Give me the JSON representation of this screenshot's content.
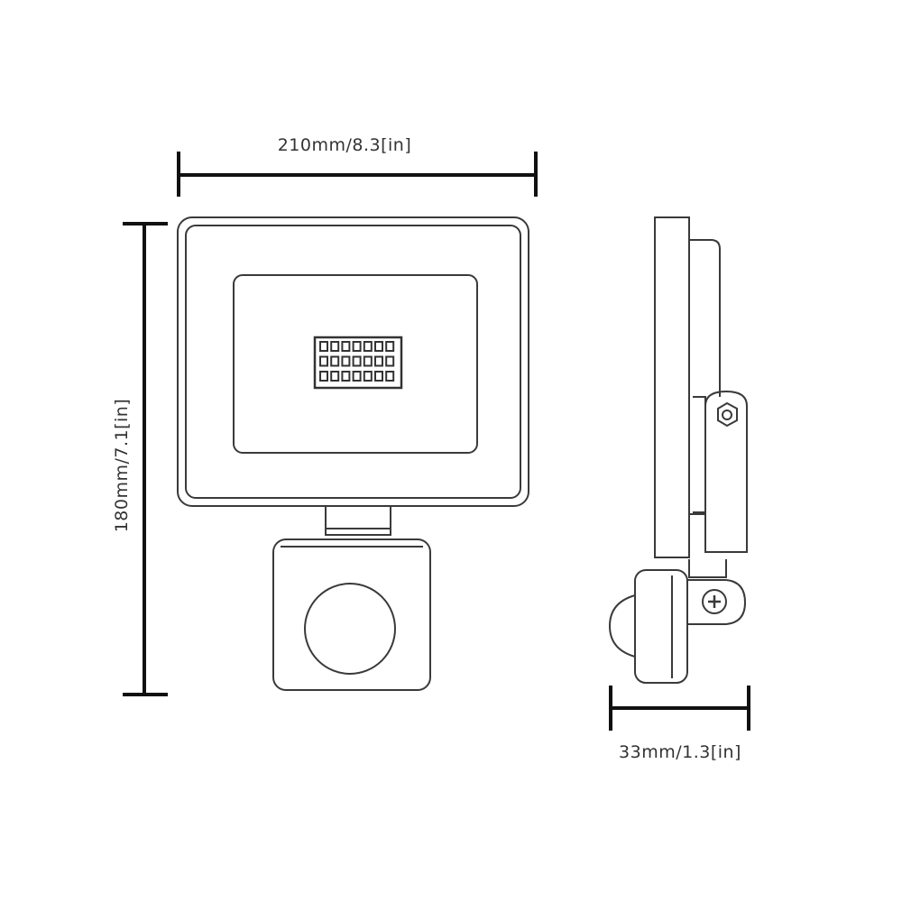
{
  "dimensions": {
    "width_label": "210mm/8.3[in]",
    "height_label": "180mm/7.1[in]",
    "depth_label": "33mm/1.3[in]"
  },
  "colors": {
    "line": "#3a3a3a",
    "dimension_line": "#111111",
    "text": "#333333",
    "background": "#ffffff"
  },
  "led_chip": {
    "rows": 3,
    "columns": 7
  }
}
